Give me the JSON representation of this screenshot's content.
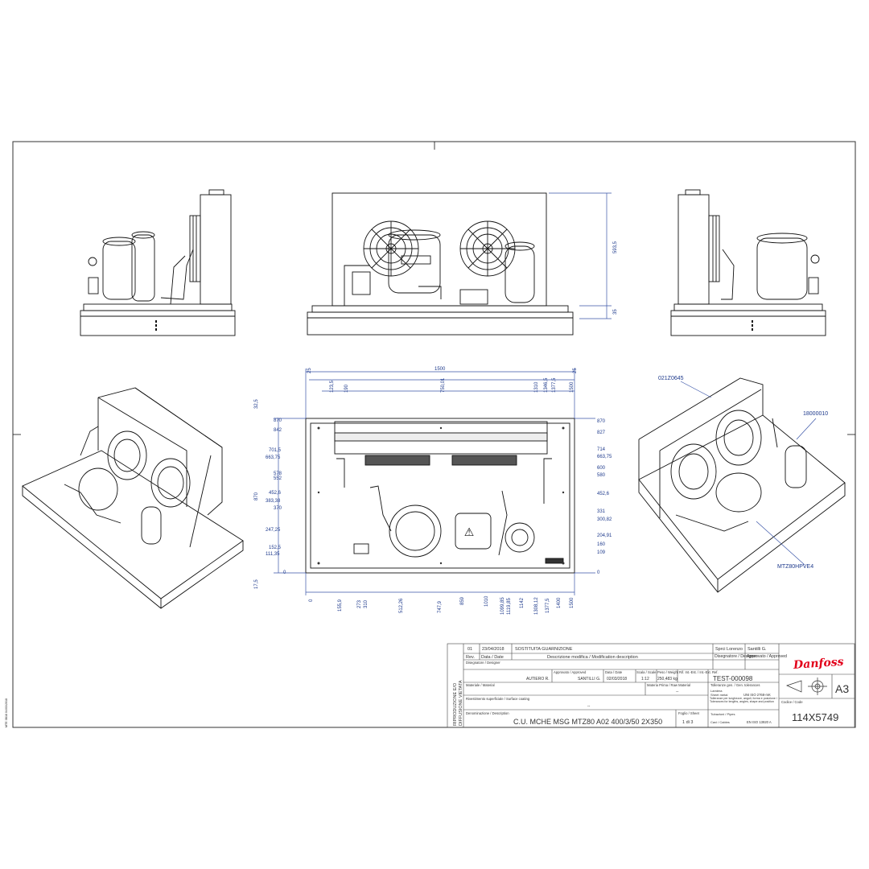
{
  "dims": {
    "top": [
      "25",
      "1500",
      "25",
      "123,5",
      "190",
      "750,01",
      "1310",
      "1346,5",
      "1377,5",
      "1500"
    ],
    "left": [
      "32,5",
      "870",
      "842",
      "701,5",
      "663,75",
      "578",
      "552",
      "452,6",
      "383,38",
      "370",
      "870",
      "247,25",
      "152,5",
      "111,35",
      "0",
      "17,5"
    ],
    "right": [
      "870",
      "827",
      "714",
      "663,75",
      "600",
      "580",
      "452,6",
      "331",
      "300,82",
      "204,91",
      "160",
      "109",
      "0"
    ],
    "bottom": [
      "0",
      "155,9",
      "273",
      "310",
      "512,26",
      "747,9",
      "859",
      "1010",
      "1099,85",
      "1119,85",
      "1142",
      "1308,12",
      "1377,5",
      "1400",
      "1500"
    ],
    "front_height": "593,5",
    "front_base": "35"
  },
  "callouts": {
    "pipe": "021Z0645",
    "valve": "18000010",
    "compressor": "MTZ80HPVE4"
  },
  "side_marks": {
    "left_vertical": "MTE 3B18 04/03/2018",
    "repro": [
      "RIPRODUZIONE E/O",
      "DIFFUSIONE VIETATA"
    ]
  },
  "revision": {
    "rev": "01",
    "date": "23/04/2018",
    "desc": "SOSTITUITA GUARNIZIONE",
    "designer": "Sprci Lorenzo",
    "approver": "Santilli G."
  },
  "title_block": {
    "h_rev": "Rev.",
    "h_date": "Data / Date",
    "h_desc": "Descrizione modifica / Modification description",
    "h_designer": "Disegnatore / Designer",
    "h_approved": "Approvato / Approved",
    "h_designer2": "Disegnatore / Designer",
    "designer_val": "AUTIERO R.",
    "h_approved2": "Approvato / Approved",
    "approved_val": "SANTILLI G.",
    "h_data": "Data / Date",
    "data_val": "02/03/2018",
    "h_scale": "Scala / Scale",
    "scale_val": "1:12",
    "h_weight": "Peso / Weight",
    "weight_val": "250,483 kg",
    "h_ref": "Rif. Int.-Est. / Int.-Ext. Ref.",
    "ref_val": "TEST-000098",
    "h_material": "Materiale / Material",
    "h_raw": "Materia Prima / Raw Material",
    "raw_val": "--",
    "h_coating": "Rivestimento superficiale / Surface coating",
    "coating_val": "--",
    "h_denom": "Denominazione / Description",
    "denom_val": "C.U. MCHE MSG MTZ80 A02 400/3/50 2X350",
    "h_sheet": "Foglio / Sheet",
    "sheet_val": "1 di 3",
    "tol_title": "Tolleranze gen. / Gen. tolerances",
    "tol_1": "Lamiera",
    "tol_2": "Sheet metal",
    "tol_2_val": "UNI ISO 2768-mK",
    "tol_3": "Tolleranze per lunghezze, angoli, forma e posizione / Tolerances for lengths, angles, shape and position",
    "tol_4": "Tubazioni / Pipes",
    "tol_5": "Cavi / Cables",
    "tol_5_val": "EN ISO 13920 A",
    "brand": "Danfoss",
    "h_code": "Codice / Code",
    "size": "A3",
    "code": "114X5749"
  }
}
